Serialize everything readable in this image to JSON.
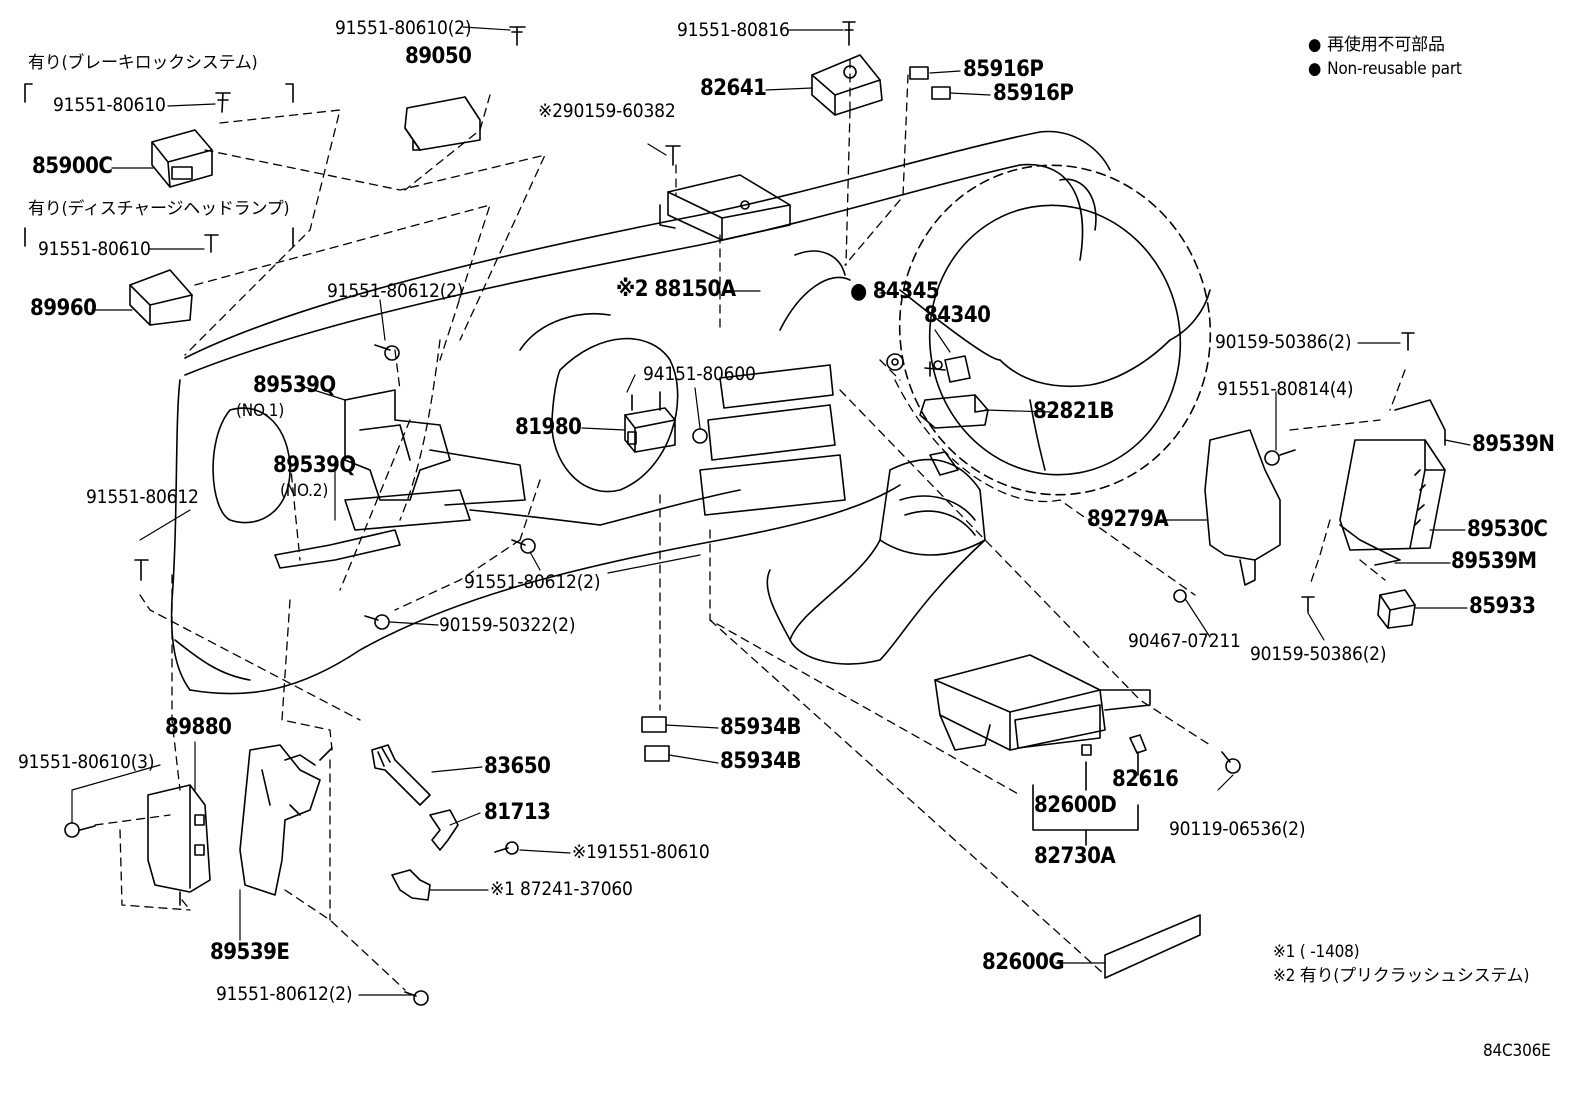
{
  "legend": {
    "jp": "再使用不可部品",
    "en": "Non-reusable part"
  },
  "groups": {
    "brake_lock": "有り(ブレーキロックシステム)",
    "discharge_headlamp": "有り(ディスチャージヘッドランプ)"
  },
  "parts": {
    "p_91551_80610_2_top": "91551-80610(2)",
    "p_91551_80816": "91551-80816",
    "p_85916P_a": "85916P",
    "p_85916P_b": "85916P",
    "p_89050": "89050",
    "p_82641": "82641",
    "p_91551_80610_a": "91551-80610",
    "p_85900C": "85900C",
    "p_290159_60382": "※290159-60382",
    "p_91551_80610_b": "91551-80610",
    "p_89960": "89960",
    "p_88150A": "※2 88150A",
    "p_84345": "84345",
    "p_91551_80612_2_a": "91551-80612(2)",
    "p_84340": "84340",
    "p_90159_50386_2_a": "90159-50386(2)",
    "p_89539Q_1": "89539Q",
    "p_no1": "(NO.1)",
    "p_94151_80600": "94151-80600",
    "p_91551_80814_4": "91551-80814(4)",
    "p_82821B": "82821B",
    "p_89539N": "89539N",
    "p_81980": "81980",
    "p_89539Q_2": "89539Q",
    "p_no2": "(NO.2)",
    "p_91551_80612": "91551-80612",
    "p_89279A": "89279A",
    "p_89530C": "89530C",
    "p_89539M": "89539M",
    "p_91551_80612_2_b": "91551-80612(2)",
    "p_85933": "85933",
    "p_90159_50322_2": "90159-50322(2)",
    "p_90467_07211": "90467-07211",
    "p_90159_50386_2_b": "90159-50386(2)",
    "p_89880": "89880",
    "p_85934B_a": "85934B",
    "p_85934B_b": "85934B",
    "p_91551_80610_3": "91551-80610(3)",
    "p_83650": "83650",
    "p_82616": "82616",
    "p_81713": "81713",
    "p_82600D": "82600D",
    "p_90119_06536_2": "90119-06536(2)",
    "p_191551_80610": "※191551-80610",
    "p_82730A": "82730A",
    "p_187241_37060": "※1 87241-37060",
    "p_89539E": "89539E",
    "p_82600G": "82600G",
    "p_91551_80612_2_c": "91551-80612(2)"
  },
  "footnotes": {
    "note1": "※1 (      -1408)",
    "note2": "※2 有り(プリクラッシュシステム)"
  },
  "figure_id": "84C306E"
}
